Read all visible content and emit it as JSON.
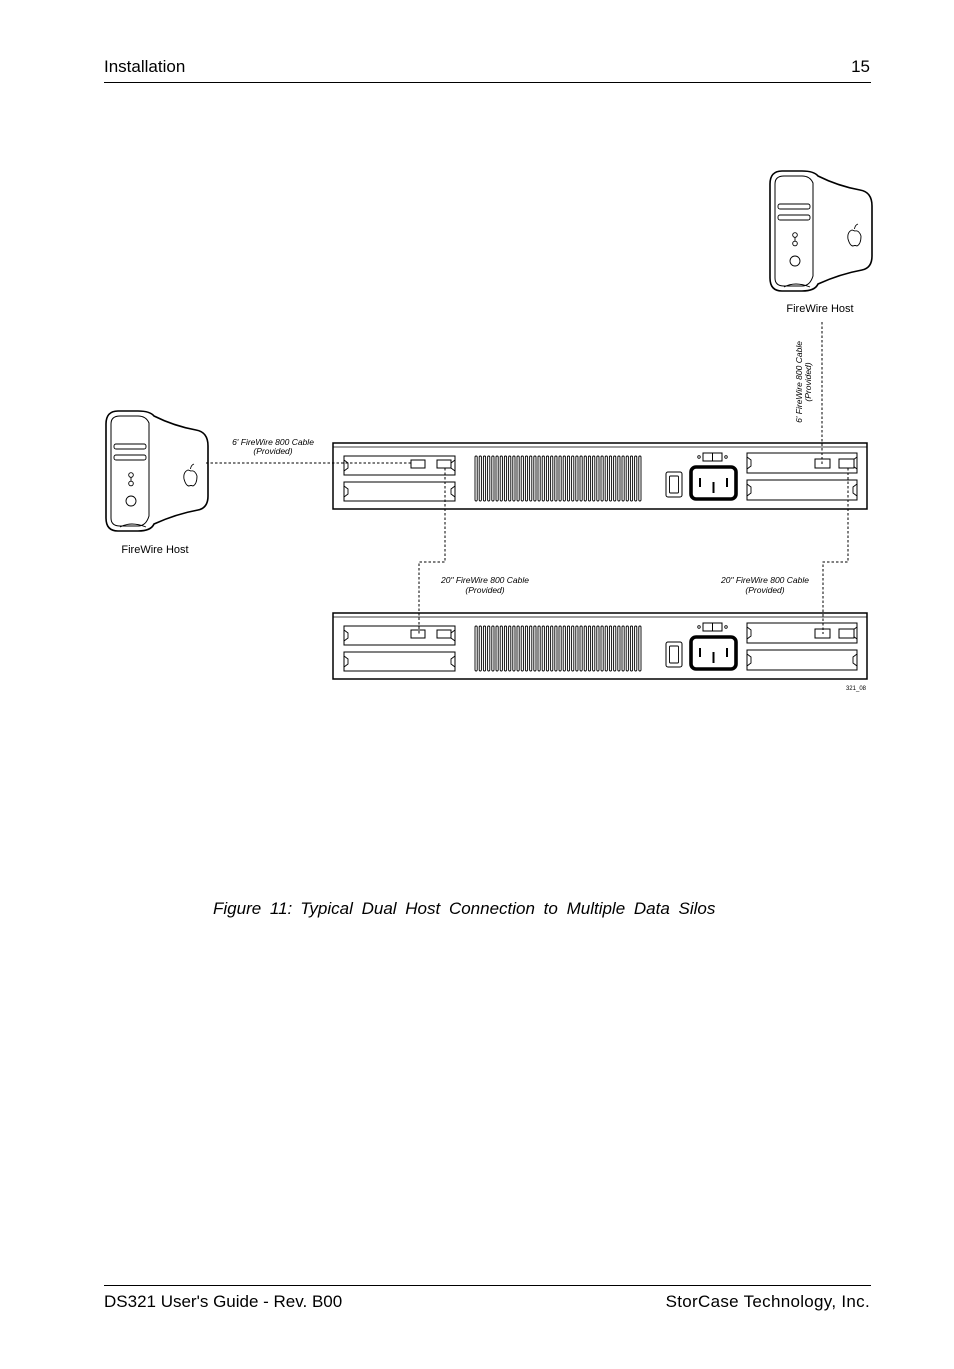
{
  "header": {
    "section": "Installation",
    "page_number": "15"
  },
  "figure": {
    "number": "Figure 11:",
    "title": "Typical Dual Host Connection to Multiple Data Silos",
    "labels": {
      "host_left": "FireWire Host",
      "host_right": "FireWire Host",
      "cable_6ft_left_line1": "6' FireWire 800 Cable",
      "cable_6ft_left_line2": "(Provided)",
      "cable_6ft_right_line1": "6' FireWire 800 Cable",
      "cable_6ft_right_line2": "(Provided)",
      "cable_20in_left_line1": "20\" FireWire 800 Cable",
      "cable_20in_left_line2": "(Provided)",
      "cable_20in_right_line1": "20\" FireWire 800 Cable",
      "cable_20in_right_line2": "(Provided)",
      "figure_code": "321_08"
    }
  },
  "footer": {
    "left": "DS321 User's Guide - Rev. B00",
    "right": "StorCase Technology, Inc."
  }
}
